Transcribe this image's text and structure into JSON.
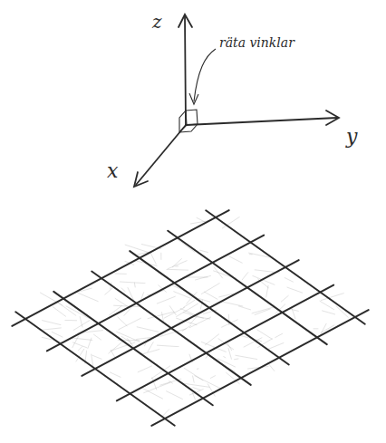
{
  "diagram": {
    "labels": [
      "z",
      "räta vinklar",
      "y",
      "x"
    ]
  }
}
